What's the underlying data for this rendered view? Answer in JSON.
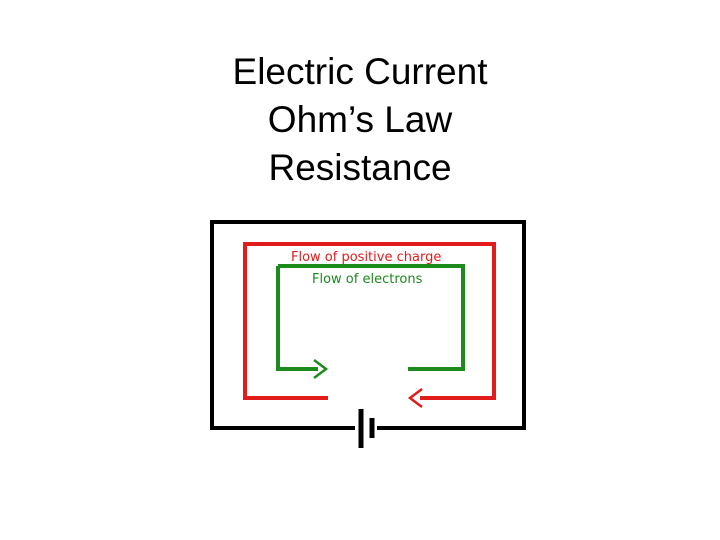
{
  "title": {
    "lines": [
      "Electric Current",
      "Ohm’s Law",
      "Resistance"
    ]
  },
  "diagram": {
    "positive_flow_label": "Flow of positive charge",
    "electron_flow_label": "Flow of electrons",
    "colors": {
      "wire": "#000000",
      "positive_flow": "#e21b1b",
      "electron_flow": "#1c8a1c"
    },
    "icons": {
      "battery": "battery-icon",
      "arrow": "arrowhead-icon"
    }
  }
}
